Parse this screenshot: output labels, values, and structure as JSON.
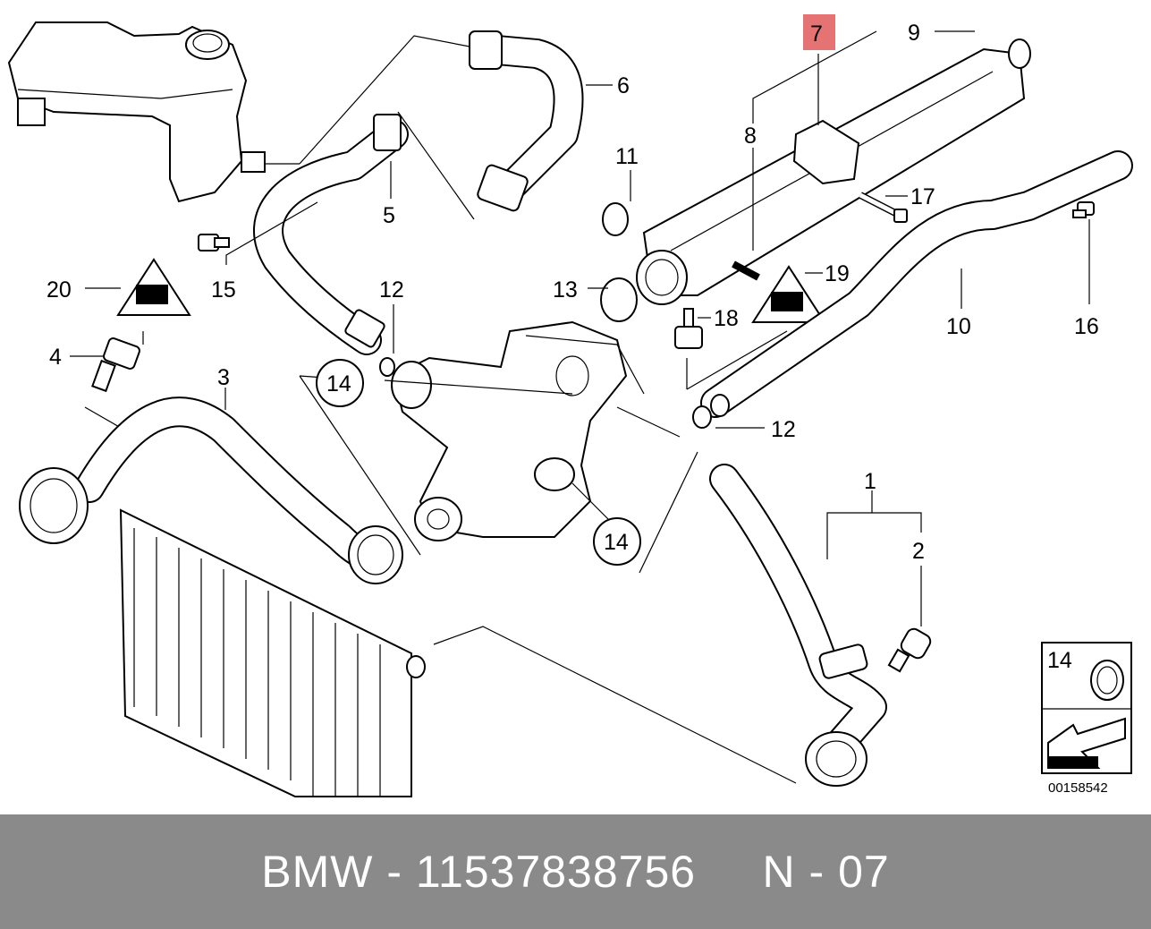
{
  "diagram": {
    "labels": {
      "p1": "1",
      "p2": "2",
      "p3": "3",
      "p4": "4",
      "p5": "5",
      "p6": "6",
      "p7": "7",
      "p8": "8",
      "p9": "9",
      "p10": "10",
      "p11": "11",
      "p12a": "12",
      "p12b": "12",
      "p13": "13",
      "p14a": "14",
      "p14b": "14",
      "p15": "15",
      "p16": "16",
      "p17": "17",
      "p18": "18",
      "p19": "19",
      "p20": "20"
    },
    "highlight_color": "#e57373",
    "legend": {
      "clamp_label": "14",
      "code": "00158542"
    }
  },
  "footer": {
    "text": "BMW - 11537838756     N - 07"
  }
}
